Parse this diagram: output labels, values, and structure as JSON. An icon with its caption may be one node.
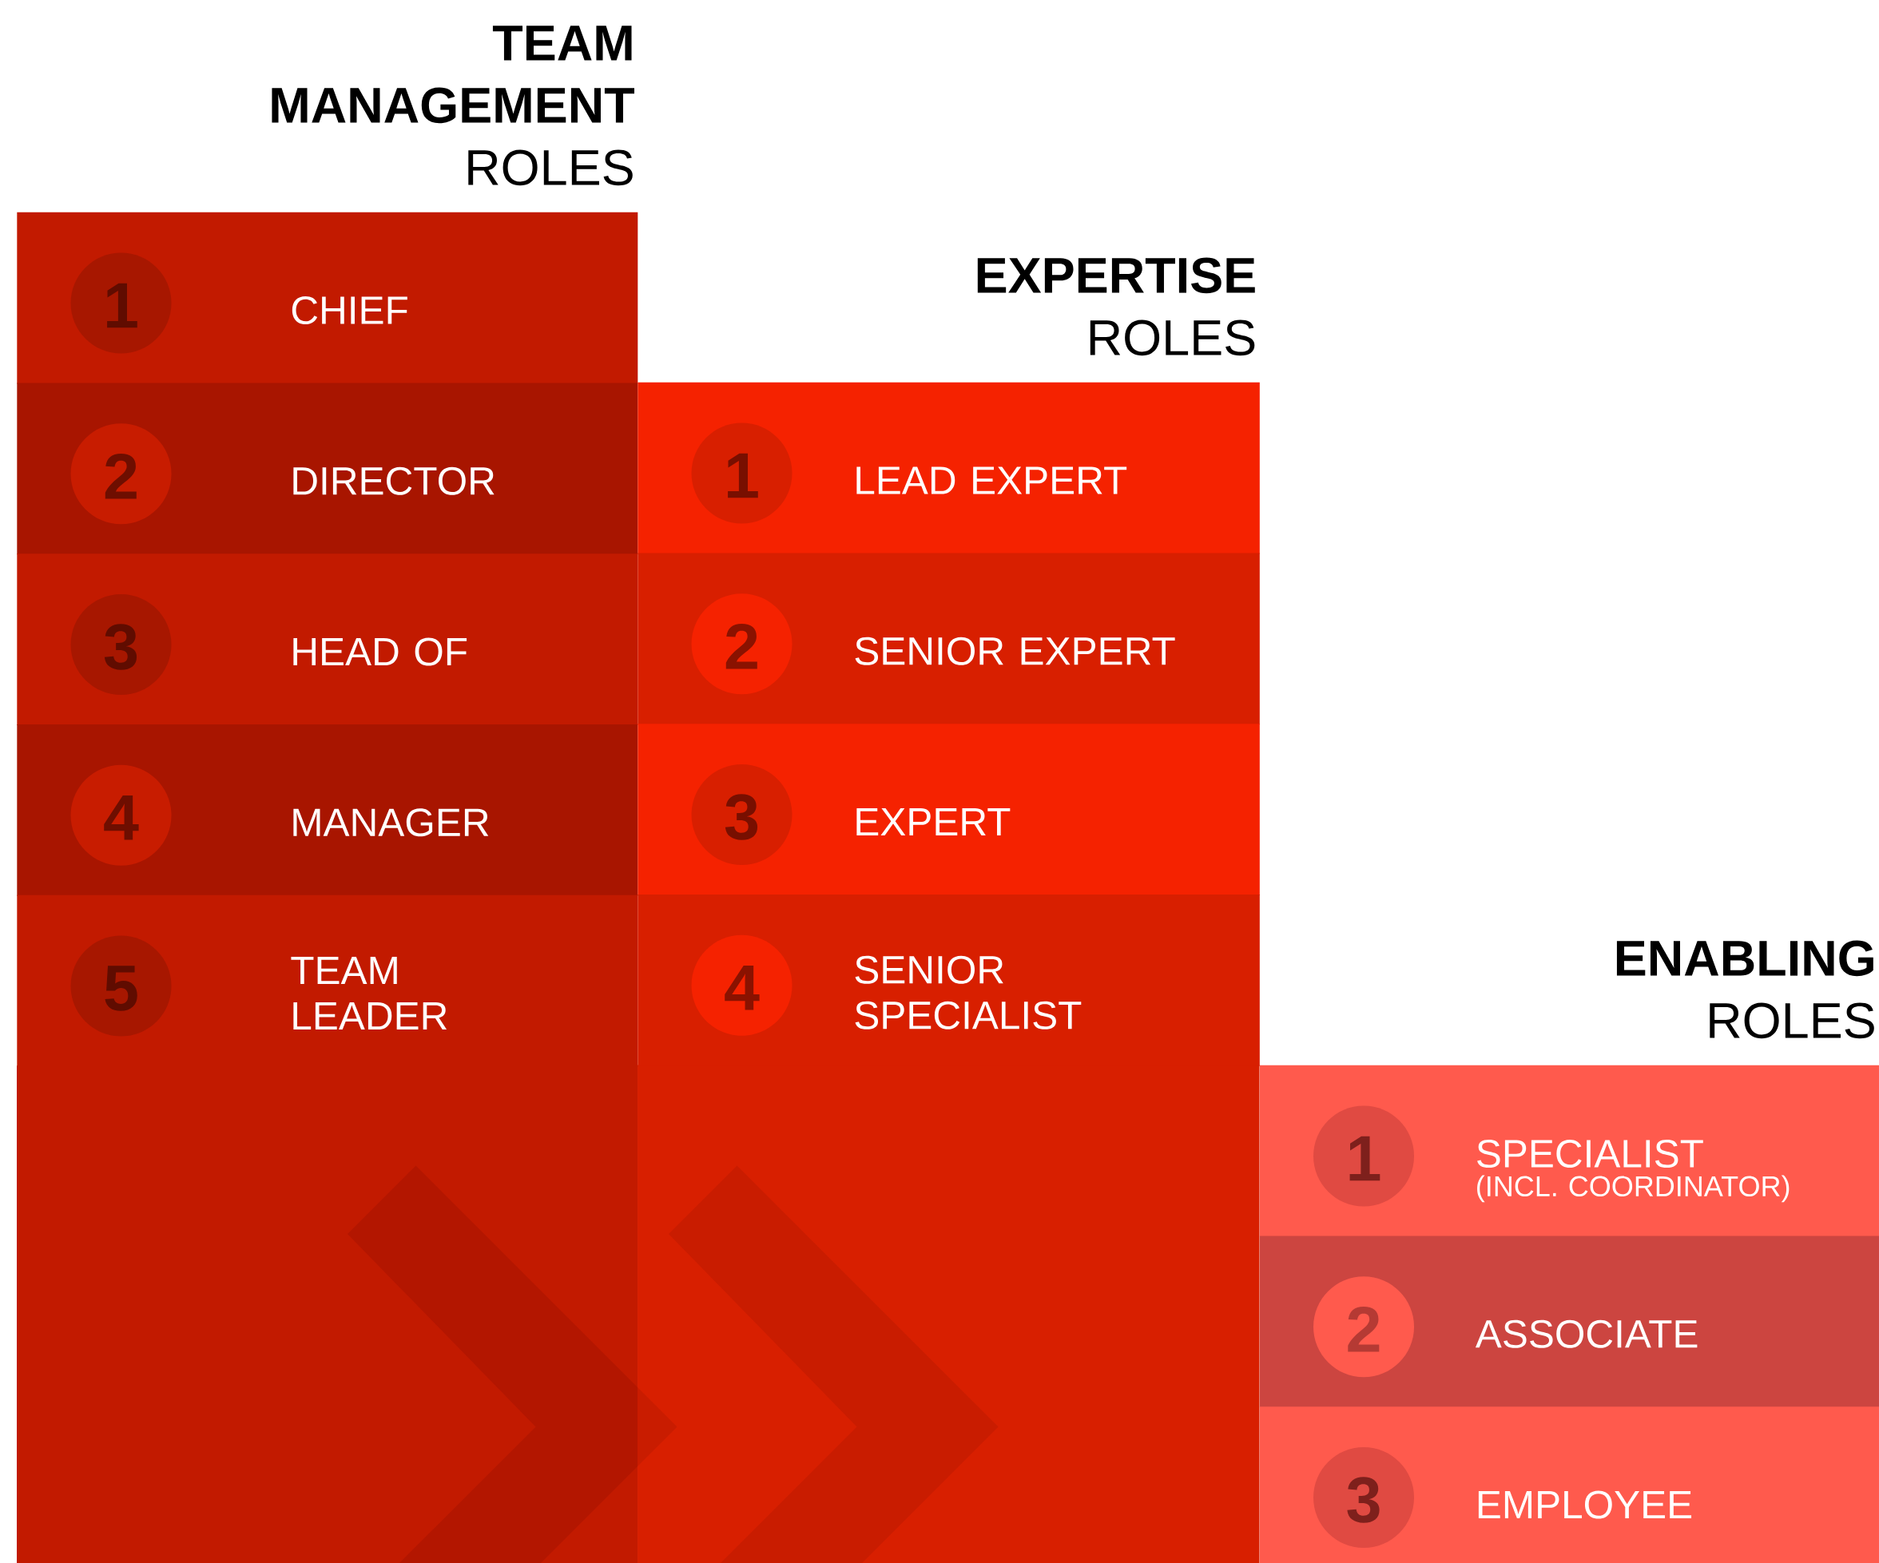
{
  "diagram": {
    "nodes": [
      {
        "text": [
          "TEAM MANAGEMENT",
          "ROLES"
        ]
      },
      {
        "text": [
          "1",
          "CHIEF"
        ]
      },
      {
        "text": [
          "2",
          "DIRECTOR"
        ]
      },
      {
        "text": [
          "3",
          "HEAD OF"
        ]
      },
      {
        "text": [
          "4",
          "MANAGER"
        ]
      },
      {
        "text": [
          "5",
          "TEAM LEADER"
        ]
      },
      {
        "text": [
          "EXPERTISE",
          "ROLES"
        ]
      },
      {
        "text": [
          "1",
          "LEAD EXPERT"
        ]
      },
      {
        "text": [
          "2",
          "SENIOR EXPERT"
        ]
      },
      {
        "text": [
          "3",
          "EXPERT"
        ]
      },
      {
        "text": [
          "4",
          "SENIOR SPECIALIST"
        ]
      },
      {
        "text": [
          "ENABLING",
          "ROLES"
        ]
      },
      {
        "text": [
          "1",
          "SPECIALIST",
          "(INCL. COORDINATOR)"
        ]
      },
      {
        "text": [
          "2",
          "ASSOCIATE"
        ]
      },
      {
        "text": [
          "3",
          "EMPLOYEE"
        ]
      }
    ]
  }
}
